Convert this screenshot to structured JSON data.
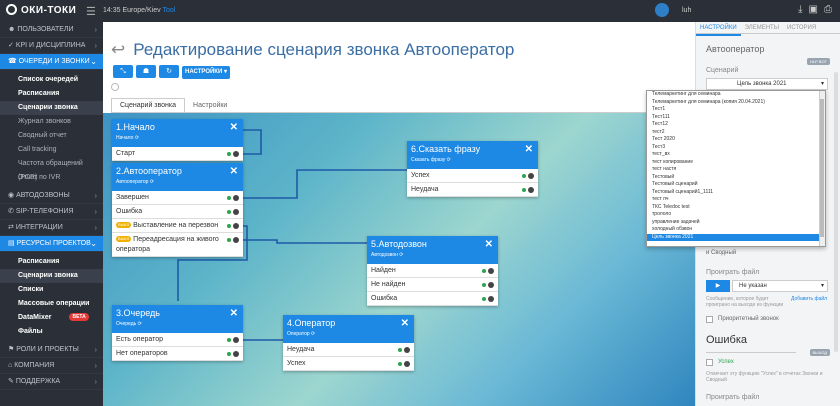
{
  "topbar": {
    "logo": "ОКИ-ТОКИ",
    "time": "14:35",
    "tz_region": "Europe/Kiev",
    "tz_tool": "Tool",
    "user": "luh"
  },
  "sidebar": {
    "sections": [
      {
        "label": "ПОЛЬЗОВАТЕЛИ"
      },
      {
        "label": "KPI И ДИСЦИПЛИНА"
      },
      {
        "label": "ОЧЕРЕДИ И ЗВОНКИ",
        "active": true
      }
    ],
    "queue_items": [
      "Список очередей",
      "Расписания",
      "Сценарии звонка",
      "Журнал звонков",
      "Сводный отчет",
      "Call tracking",
      "Частота обращений (PCR)",
      "Отчет по IVR"
    ],
    "more_sections": [
      {
        "label": "АВТОДОЗВОНЫ"
      },
      {
        "label": "SIP-ТЕЛЕФОНИЯ"
      },
      {
        "label": "ИНТЕГРАЦИИ"
      },
      {
        "label": "РЕСУРСЫ ПРОЕКТОВ",
        "active": true
      }
    ],
    "resource_items": [
      "Расписания",
      "Сценарии звонка",
      "Списки",
      "Массовые операции",
      "DataMixer",
      "Файлы"
    ],
    "beta": "BETA",
    "bottom_sections": [
      {
        "label": "РОЛИ И ПРОЕКТЫ"
      },
      {
        "label": "КОМПАНИЯ"
      },
      {
        "label": "ПОДДЕРЖКА"
      }
    ]
  },
  "header": {
    "title": "Редактирование сценария звонка Автооператор",
    "settings_label": "НАСТРОЙКИ"
  },
  "tabs": [
    "Сценарий звонка",
    "Настройки"
  ],
  "nodes": {
    "start": {
      "title": "1.Начало",
      "subtitle": "Начало",
      "rows": [
        "Старт"
      ]
    },
    "autoop": {
      "title": "2.Автооператор",
      "subtitle": "Автооператор",
      "rows": [
        "Завершен",
        "Ошибка",
        "Выставление на перезвон",
        "Переадресация на живого оператора"
      ],
      "off_tag": "ВЫКЛ"
    },
    "queue": {
      "title": "3.Очередь",
      "subtitle": "Очередь",
      "rows": [
        "Есть оператор",
        "Нет операторов"
      ]
    },
    "operator": {
      "title": "4.Оператор",
      "subtitle": "Оператор",
      "rows": [
        "Неудача",
        "Успех"
      ]
    },
    "autodial": {
      "title": "5.Автодозвон",
      "subtitle": "Автодозвон",
      "rows": [
        "Найден",
        "Не найден",
        "Ошибка"
      ]
    },
    "say": {
      "title": "6.Сказать фразу",
      "subtitle": "Сказать фразу",
      "rows": [
        "Успех",
        "Неудача"
      ]
    }
  },
  "right_panel": {
    "tabs": [
      "НАСТРОЙКИ",
      "ЭЛЕМЕНТЫ",
      "ИСТОРИЯ"
    ],
    "title": "Автооператор",
    "help_tag": "HLP BOT",
    "scenario_label": "Сценарий",
    "scenario_value": "Цель звонка 2021",
    "dropdown_options": [
      "Телемаркетинг для семинара",
      "Телемаркетинг для семинара (копия 20.04.2021)",
      "Тест1",
      "Тест111",
      "Тест12",
      "тест2",
      "Тест 2020",
      "Тест3",
      "тест_вх",
      "тест копирование",
      "тест настя",
      "Тестовый",
      "Тестовый сценарий",
      "Тестовый сценарий1_1111",
      "тест пч",
      "ТКС Teledoc test",
      "трололо",
      "управление задачей",
      "холодный обзвон",
      "Цель звонка 2021"
    ],
    "selected_option": "Цель звонка 2021",
    "summary_text": "и Сводный",
    "play_file_label": "Проиграть файл",
    "play_value": "Не указан",
    "play_note": "Сообщение, которое будет проиграно на выходе из функции",
    "add_file_link": "Добавить файл",
    "priority_label": "Приоритетный звонок",
    "error_title": "Ошибка",
    "error_tag": "ВЫХОД",
    "success_label": "Успех",
    "success_note": "Отмечает эту функцию \"Успех\" в отчетах Звонки и Сводный",
    "play_file_label2": "Проиграть файл"
  }
}
